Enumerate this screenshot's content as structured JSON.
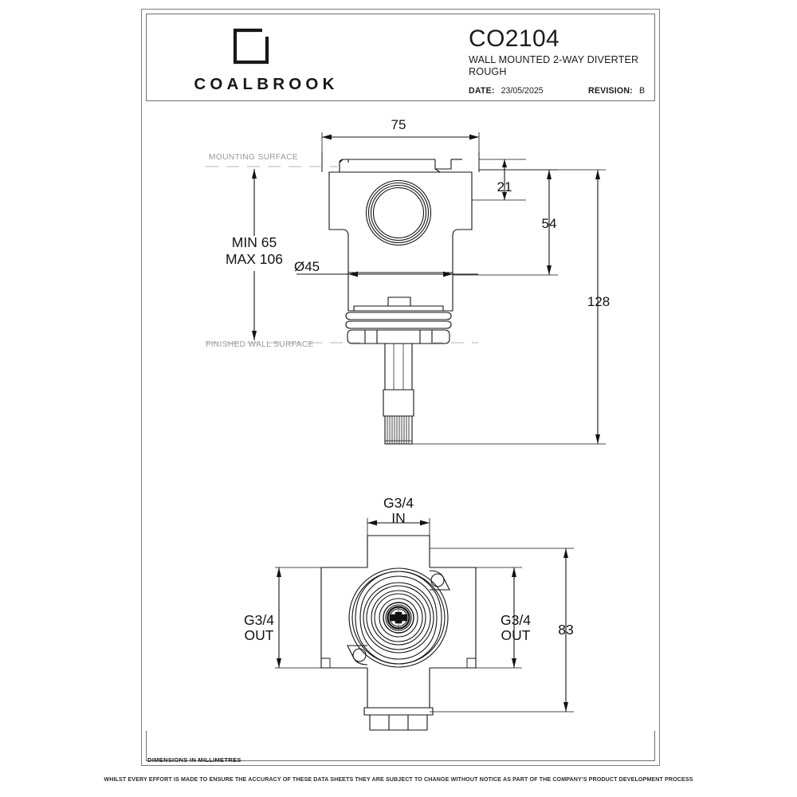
{
  "document": {
    "type": "technical-product-datasheet",
    "brand": "COALBROOK",
    "product_code": "CO2104",
    "description_line1": "WALL MOUNTED 2-WAY DIVERTER",
    "description_line2": "ROUGH",
    "date_label": "DATE:",
    "date_value": "23/05/2025",
    "revision_label": "REVISION:",
    "revision_value": "B",
    "units_note": "DIMENSIONS IN  MILLIMETRES",
    "disclaimer": "WHILST EVERY EFFORT IS MADE TO ENSURE THE ACCURACY OF THESE DATA SHEETS THEY ARE SUBJECT TO CHANGE WITHOUT NOTICE AS PART OF THE COMPANY'S PRODUCT DEVELOPMENT PROCESS"
  },
  "colors": {
    "line": "#111315",
    "frame": "#7e7e7e",
    "faint": "#9a9a9a",
    "paper": "#ffffff"
  },
  "views": {
    "elevation": {
      "name": "front-elevation-view",
      "dimensions": {
        "width_75": "75",
        "flange_dia": "Ø45",
        "top_step_21": "21",
        "body_54": "54",
        "overall_128": "128",
        "wall_depth_min": "MIN 65",
        "wall_depth_max": "MAX 106"
      },
      "labels": {
        "mounting_surface": "MOUNTING SURFACE",
        "finished_wall_surface": "FINISHED WALL SURFACE"
      }
    },
    "plan": {
      "name": "plan-view",
      "dimensions": {
        "inlet_thread": "G3/4",
        "inlet_flow": "IN",
        "outlet_left_thread": "G3/4",
        "outlet_left_flow": "OUT",
        "outlet_right_thread": "G3/4",
        "outlet_right_flow": "OUT",
        "overall_83": "83"
      }
    }
  }
}
